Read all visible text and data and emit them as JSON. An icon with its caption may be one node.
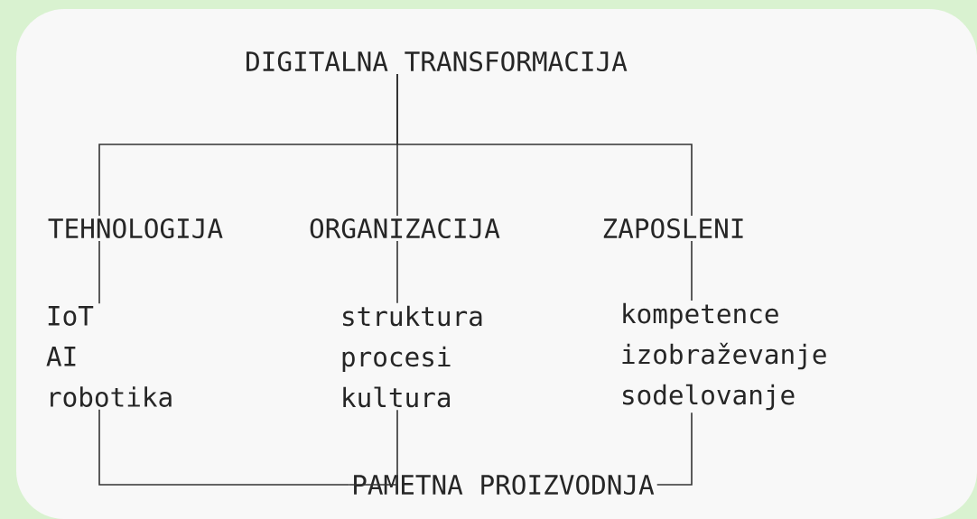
{
  "diagram": {
    "nodes": [
      {
        "text": [
          "DIGITALNA TRANSFORMACIJA"
        ]
      },
      {
        "text": [
          "TEHNOLOGIJA"
        ]
      },
      {
        "text": [
          "ORGANIZACIJA"
        ]
      },
      {
        "text": [
          "ZAPOSLENI"
        ]
      },
      {
        "text": [
          "IoT",
          "AI",
          "robotika"
        ]
      },
      {
        "text": [
          "struktura",
          "procesi",
          "kultura"
        ]
      },
      {
        "text": [
          "kompetence",
          "izobraževanje",
          "sodelovanje"
        ]
      },
      {
        "text": [
          "PAMETNA PROIZVODNJA"
        ]
      }
    ],
    "edges": [
      {
        "from": 0,
        "to": 1,
        "arrow": "none"
      },
      {
        "from": 0,
        "to": 2,
        "arrow": "none"
      },
      {
        "from": 0,
        "to": 3,
        "arrow": "none"
      },
      {
        "from": 1,
        "to": 4,
        "arrow": "none"
      },
      {
        "from": 2,
        "to": 5,
        "arrow": "none"
      },
      {
        "from": 3,
        "to": 6,
        "arrow": "none"
      },
      {
        "from": 4,
        "to": 7,
        "arrow": "none"
      },
      {
        "from": 5,
        "to": 7,
        "arrow": "none"
      },
      {
        "from": 6,
        "to": 7,
        "arrow": "none"
      }
    ]
  }
}
